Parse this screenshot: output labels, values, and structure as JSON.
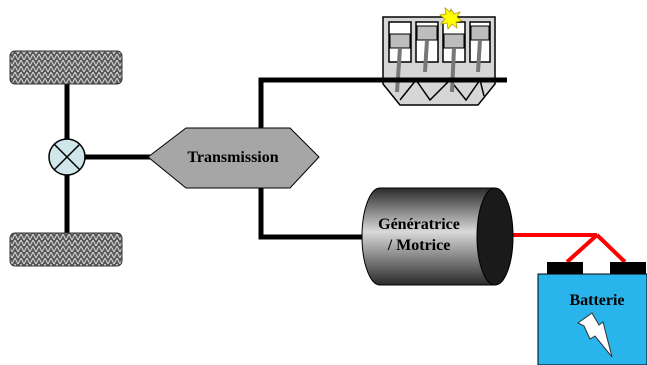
{
  "labels": {
    "transmission": "Transmission",
    "generator_line1": "Génératrice",
    "generator_line2": "/ Motrice",
    "battery": "Batterie"
  },
  "icons": {
    "wheel_top": "tire-icon",
    "wheel_bottom": "tire-icon",
    "differential": "differential-icon",
    "engine": "engine-icon",
    "spark": "spark-icon",
    "generator": "generator-motor-icon",
    "battery": "battery-icon",
    "lightning": "lightning-icon"
  },
  "colors": {
    "shaft": "#000000",
    "transmission_fill": "#a6a6a6",
    "differential_fill": "#cfe6ea",
    "generator_dark": "#1a1a1a",
    "generator_light": "#cfcfcf",
    "electric_line": "#ff0000",
    "battery_fill": "#29b5ec",
    "battery_terminal": "#000000",
    "spark": "#ffff00"
  }
}
